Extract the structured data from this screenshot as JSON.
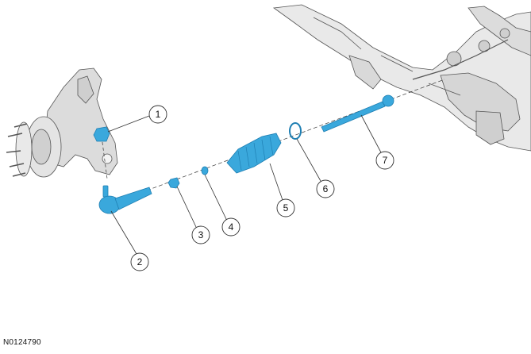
{
  "figure_id": "N0124790",
  "callouts": [
    {
      "number": "1"
    },
    {
      "number": "2"
    },
    {
      "number": "3"
    },
    {
      "number": "4"
    },
    {
      "number": "5"
    },
    {
      "number": "6"
    },
    {
      "number": "7"
    }
  ],
  "colors": {
    "highlight": "#3aa8dc",
    "highlight_dark": "#1f7fb3",
    "line_art": "#555555",
    "subframe_fill": "#e9e9e9",
    "knuckle_fill": "#dcdcdc"
  }
}
